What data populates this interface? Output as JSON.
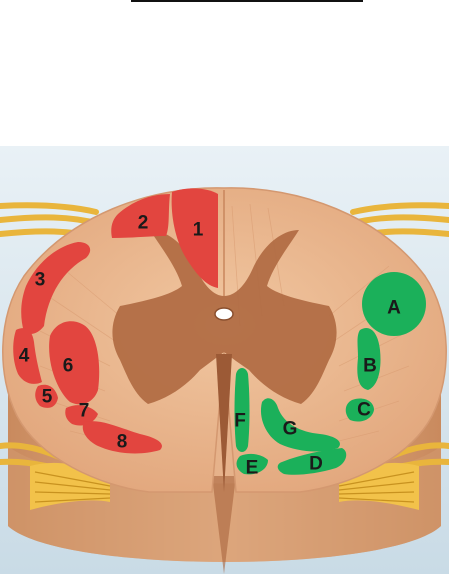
{
  "colors": {
    "background_sky": "#dbe8f0",
    "white_matter": "#e8b48a",
    "gray_matter": "#b46a40",
    "nerve": "#f2c24a",
    "ascending_tracts": "#e2453f",
    "descending_tracts": "#1bb05a",
    "central_canal": "#ffffff"
  },
  "labels": {
    "red_tracts": [
      "1",
      "2",
      "3",
      "4",
      "5",
      "6",
      "7",
      "8"
    ],
    "green_tracts": [
      "A",
      "B",
      "C",
      "D",
      "E",
      "F",
      "G"
    ]
  }
}
